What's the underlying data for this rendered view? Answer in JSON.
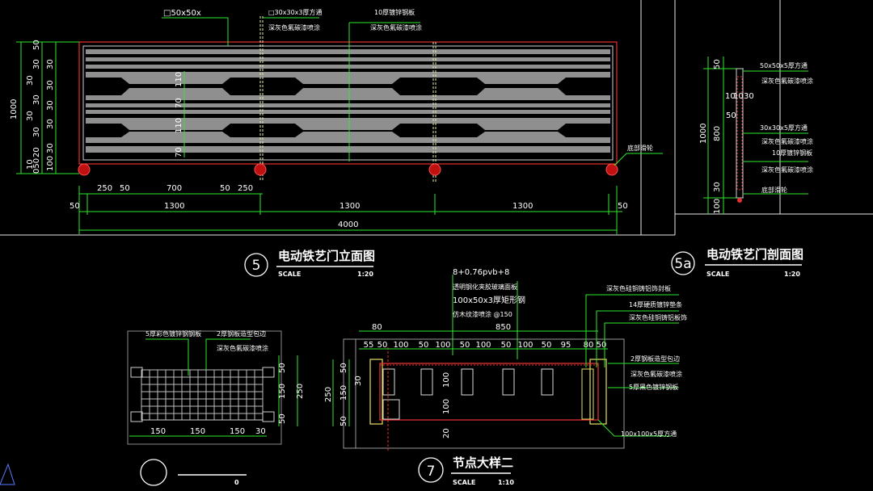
{
  "elevation": {
    "top_labels": [
      "□50x50x",
      "□30x30x3厚方通",
      "深灰色氟碳漆喷涂",
      "10厚镀锌钢板",
      "深灰色氟碳漆喷涂"
    ],
    "left_dims": [
      "50",
      "30",
      "30",
      "30",
      "30",
      "30",
      "30",
      "30",
      "20",
      "10",
      "050",
      "1000",
      "100",
      "30",
      "30",
      "30"
    ],
    "inner_dims": [
      "110",
      "70",
      "110",
      "70"
    ],
    "bottom_dims_row1": [
      "250",
      "50",
      "700",
      "50",
      "250"
    ],
    "bottom_dims_row2": [
      "50",
      "1300",
      "1300",
      "1300",
      "50"
    ],
    "bottom_total": "4000",
    "wheel_note": "底部滑轮",
    "title_number": "5",
    "title": "电动铁艺门立面图",
    "scale_label": "SCALE",
    "scale_value": "1:20"
  },
  "section": {
    "right_labels": [
      "50x50x5厚方通",
      "深灰色氟碳漆喷涂",
      "30x30x5厚方通",
      "深灰色氟碳漆喷涂",
      "10厚镀锌钢板",
      "深灰色氟碳漆喷涂",
      "底部滑轮"
    ],
    "dims_left": [
      "50",
      "1000",
      "800",
      "30",
      "100"
    ],
    "dims_inner": [
      "10",
      "10",
      "30",
      "50"
    ],
    "title_number": "5a",
    "title": "电动铁艺门剖面图",
    "scale_label": "SCALE",
    "scale_value": "1:20"
  },
  "node_detail": {
    "top_labels": [
      "8+0.76pvb+8",
      "透明钢化夹胶玻璃面板",
      "100x50x3厚矩形钢",
      "仿木纹漆喷涂 @150"
    ],
    "right_top_labels": [
      "深灰色硅铜铸铝饰封板",
      "14厚硬质镀锌垫条",
      "深灰色硅铜铸铝板饰"
    ],
    "right_side_labels": [
      "2厚钢板造型包边",
      "深灰色氟碳漆喷涂",
      "5厚黑色镀锌钢板"
    ],
    "bottom_label": "100x100x5厚方通",
    "dims_top_total": "850",
    "dims_top_80": "80",
    "dims_top": [
      "55",
      "50",
      "100",
      "50",
      "100",
      "50",
      "100",
      "50",
      "100",
      "50",
      "95",
      "80",
      "50"
    ],
    "dims_left": [
      "50",
      "30",
      "150",
      "50",
      "250"
    ],
    "dims_inner": [
      "100",
      "100",
      "20"
    ],
    "title_number": "7",
    "title": "节点大样二",
    "scale_label": "SCALE",
    "scale_value": "1:10"
  },
  "mesh_detail": {
    "labels": [
      "5厚彩色镀锌钢钢板",
      "2厚钢板造型包边",
      "深灰色氟碳漆喷涂"
    ],
    "dims_right": [
      "50",
      "150",
      "250",
      "50"
    ],
    "dims_bottom": [
      "150",
      "150",
      "150",
      "30"
    ],
    "scale_value": "0"
  },
  "colors": {
    "background": "#000000",
    "dimension_green": "#2ee82e",
    "outline_red": "#e53030",
    "bar_gray": "#8f8f8f",
    "text_white": "#ffffff"
  }
}
